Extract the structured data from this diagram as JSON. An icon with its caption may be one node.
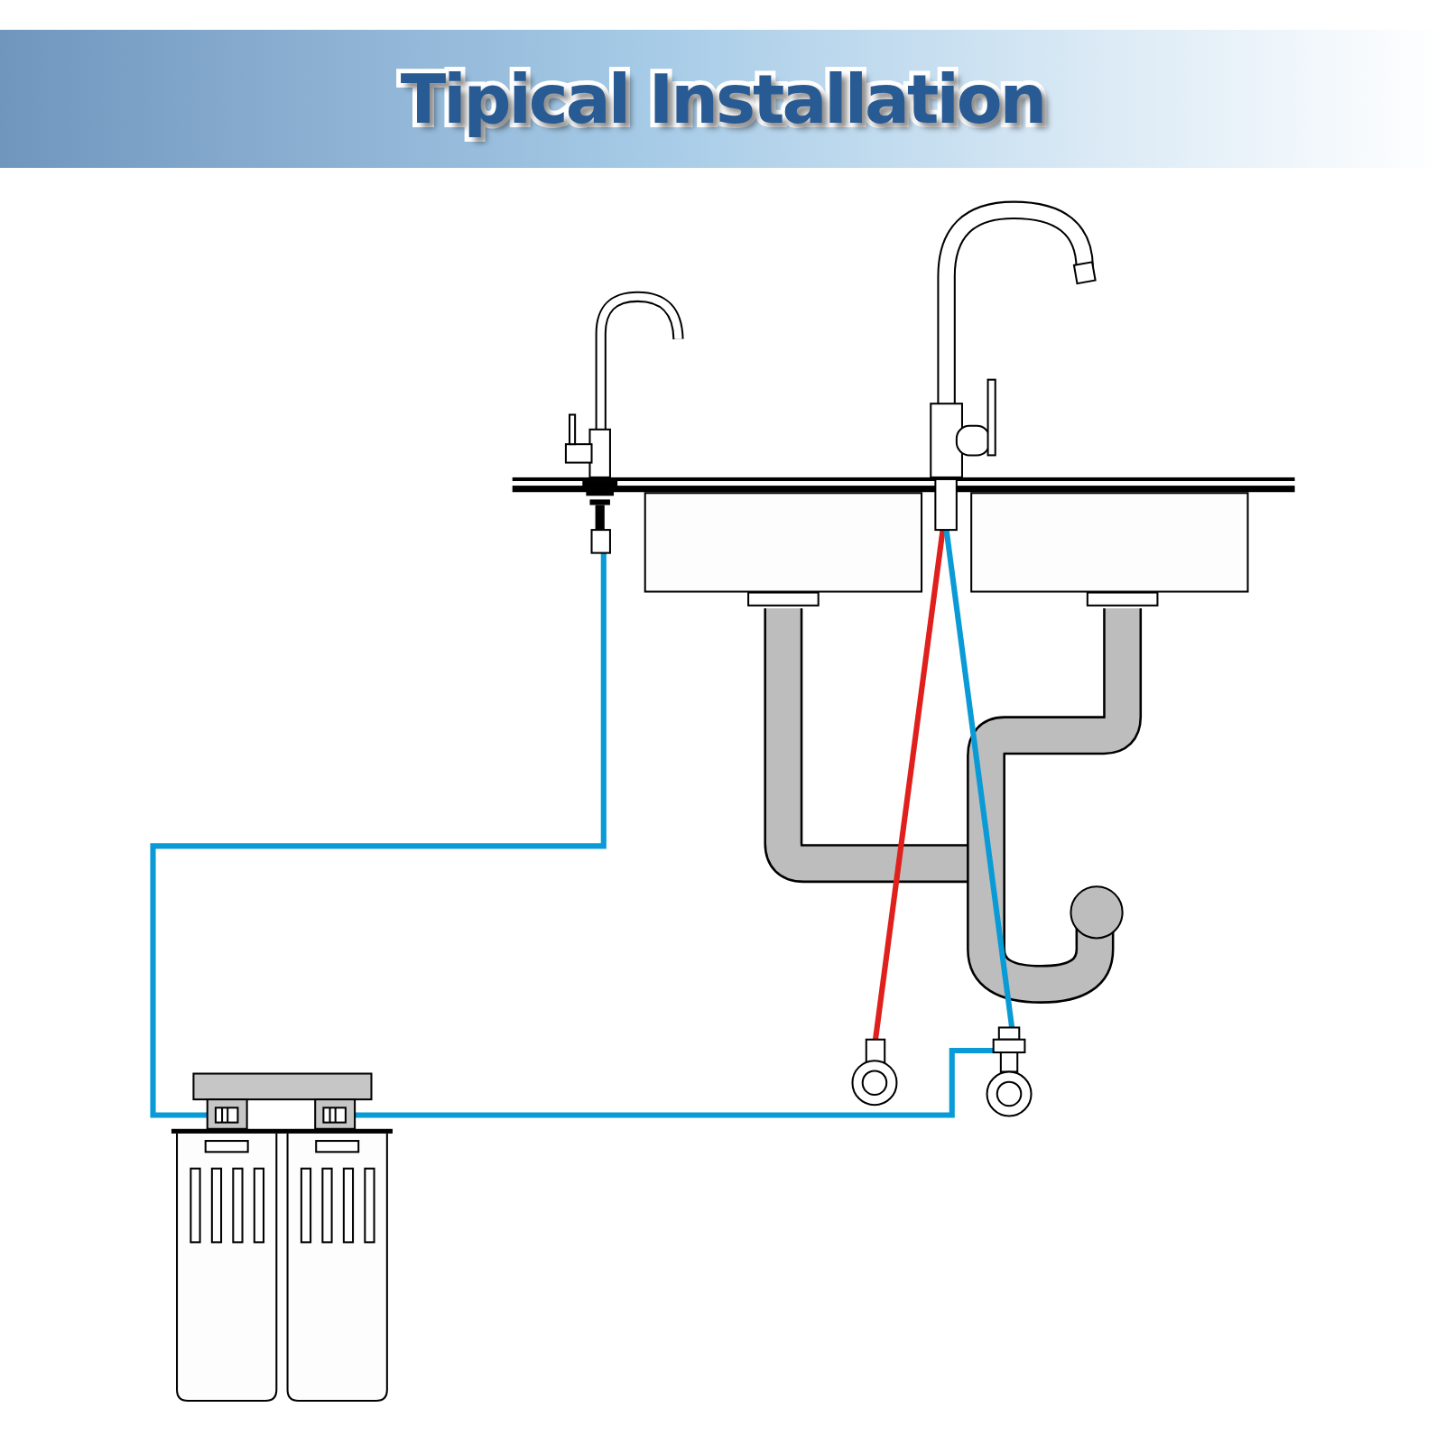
{
  "diagram": {
    "title": "Tipical Installation",
    "nodes": [
      {
        "text": [],
        "shape": "picture"
      },
      {
        "text": [],
        "shape": "picture"
      },
      {
        "text": [],
        "shape": "picture"
      },
      {
        "text": [],
        "shape": "picture"
      },
      {
        "text": [],
        "shape": "picture"
      }
    ],
    "edges": [
      {
        "from": 2,
        "to": 0,
        "arrow": "none"
      },
      {
        "from": 4,
        "to": 2,
        "arrow": "none"
      },
      {
        "from": 3,
        "to": 1,
        "arrow": "none",
        "color": "#e0201c"
      },
      {
        "from": 4,
        "to": 1,
        "arrow": "none"
      }
    ]
  }
}
